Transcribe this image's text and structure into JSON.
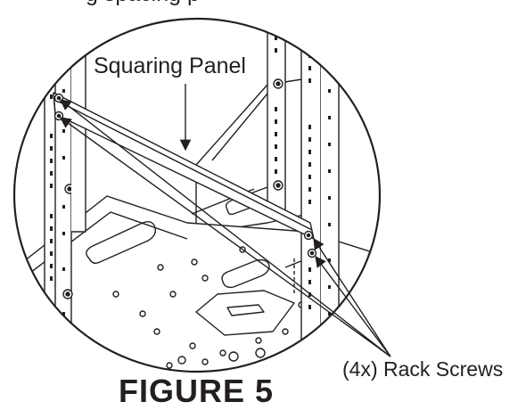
{
  "caption_top": "g spacing p",
  "labels": {
    "squaring_panel": "Squaring Panel",
    "rack_screws": "(4x) Rack Screws"
  },
  "figure": {
    "title": "FIGURE 5"
  },
  "colors": {
    "ink": "#231f20",
    "background": "#ffffff"
  }
}
